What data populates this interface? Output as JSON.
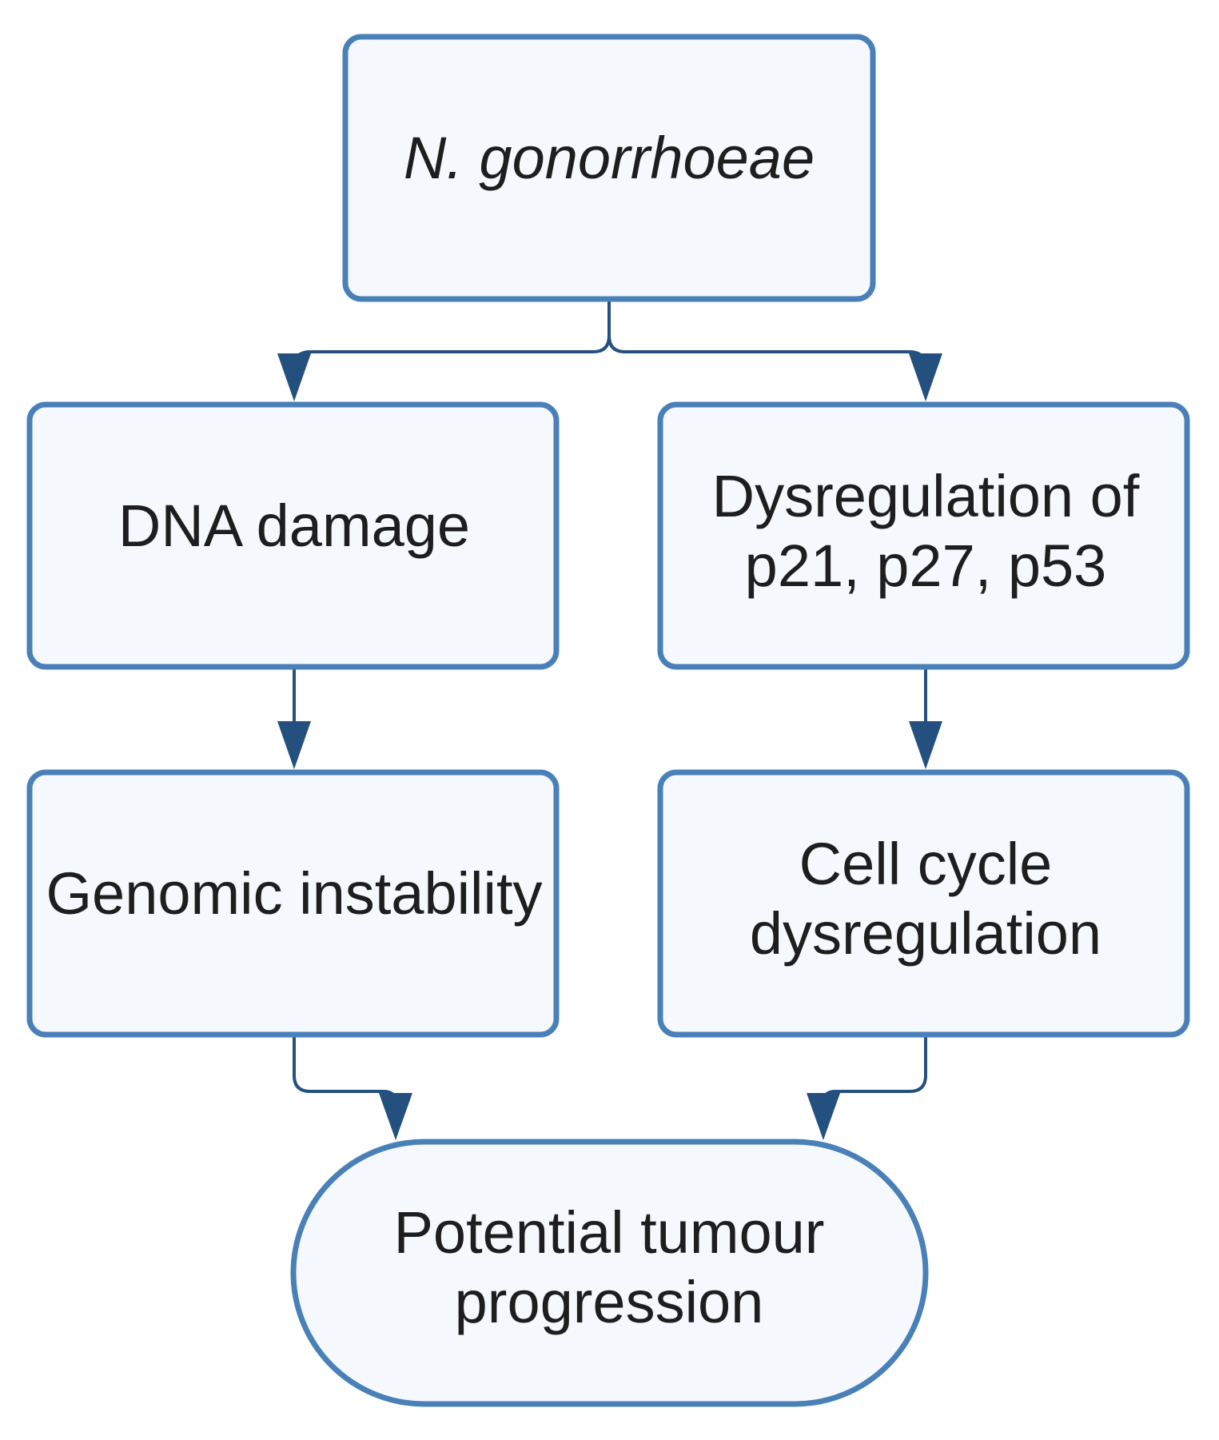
{
  "diagram": {
    "nodes": {
      "top": {
        "text": "N. gonorrhoeae"
      },
      "dna_damage": {
        "text": "DNA damage"
      },
      "dysregulation": {
        "line1": "Dysregulation of",
        "line2": "p21, p27, p53"
      },
      "genomic": {
        "text": "Genomic instability"
      },
      "cell_cycle": {
        "line1": "Cell cycle",
        "line2": "dysregulation"
      },
      "outcome": {
        "line1": "Potential tumour",
        "line2": "progression"
      }
    },
    "colors": {
      "box_fill": "#f5f9fd",
      "box_stroke": "#4a80b8",
      "arrow": "#23507f",
      "text": "#1e1e1e"
    }
  }
}
